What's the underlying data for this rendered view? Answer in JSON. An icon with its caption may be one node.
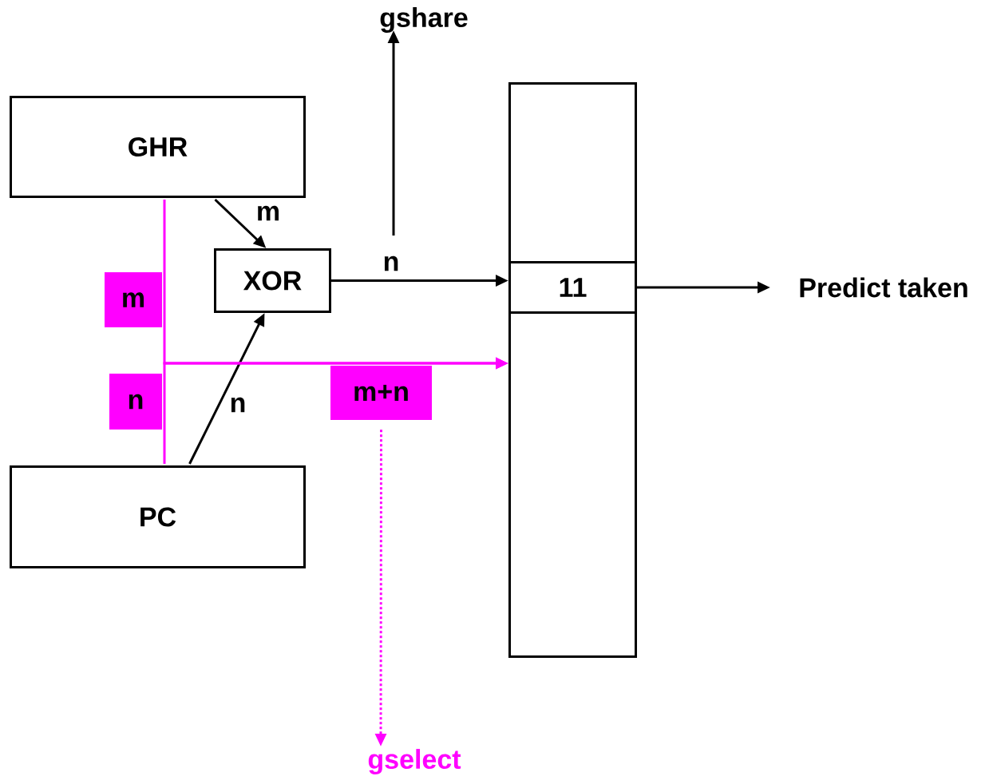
{
  "diagram": {
    "nodes": [
      {
        "text": [
          "GHR"
        ]
      },
      {
        "text": [
          "XOR"
        ]
      },
      {
        "text": [
          "PC"
        ]
      },
      {
        "text": [],
        "shape": "box"
      },
      {
        "text": [
          "11"
        ],
        "in": 3
      },
      {
        "text": [
          "Predict taken"
        ]
      },
      {
        "text": [
          "gshare"
        ]
      },
      {
        "text": [
          "gselect"
        ]
      },
      {
        "text": [
          "m"
        ]
      },
      {
        "text": [
          "n"
        ]
      },
      {
        "text": [
          "m+n"
        ]
      }
    ],
    "edges": [
      {
        "from": 0,
        "to": 1,
        "arrow": "to",
        "label": "m"
      },
      {
        "from": 2,
        "to": 1,
        "arrow": "to",
        "label": "n"
      },
      {
        "from": 1,
        "to": 4,
        "arrow": "to",
        "label": "n"
      },
      {
        "from": 4,
        "to": 5,
        "arrow": "to"
      },
      {
        "from": null,
        "to": 6,
        "arrow": "to"
      },
      {
        "from": 0,
        "to": 3,
        "arrow": "to",
        "color": "#ff00ff"
      },
      {
        "from": 2,
        "to": 3,
        "arrow": "to",
        "color": "#ff00ff"
      },
      {
        "from": 10,
        "to": 7,
        "arrow": "to",
        "style": "dashed",
        "color": "#ff00ff"
      }
    ]
  }
}
